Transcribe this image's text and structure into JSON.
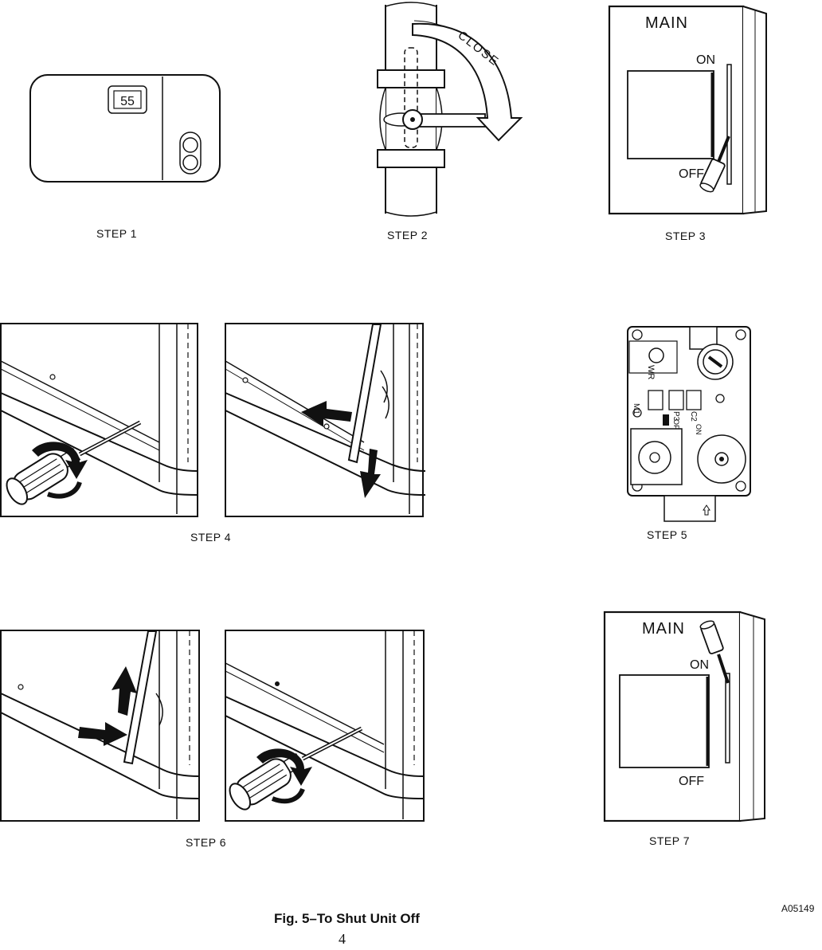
{
  "figure": {
    "title": "Fig. 5–To Shut Unit Off",
    "code": "A05149",
    "page_number": "4"
  },
  "steps": {
    "step1": {
      "caption": "STEP 1",
      "display_value": "55"
    },
    "step2": {
      "caption": "STEP 2",
      "arrow_label": "CLOSE"
    },
    "step3": {
      "caption": "STEP 3",
      "label_main": "MAIN",
      "label_on": "ON",
      "label_off": "OFF"
    },
    "step4": {
      "caption": "STEP 4"
    },
    "step5": {
      "caption": "STEP 5",
      "label_wr": "WR",
      "label_m1": "M1",
      "label_p3": "P3",
      "label_c2": "C2",
      "label_off": "OFF",
      "label_on": "ON"
    },
    "step6": {
      "caption": "STEP 6"
    },
    "step7": {
      "caption": "STEP 7",
      "label_main": "MAIN",
      "label_on": "ON",
      "label_off": "OFF"
    }
  }
}
